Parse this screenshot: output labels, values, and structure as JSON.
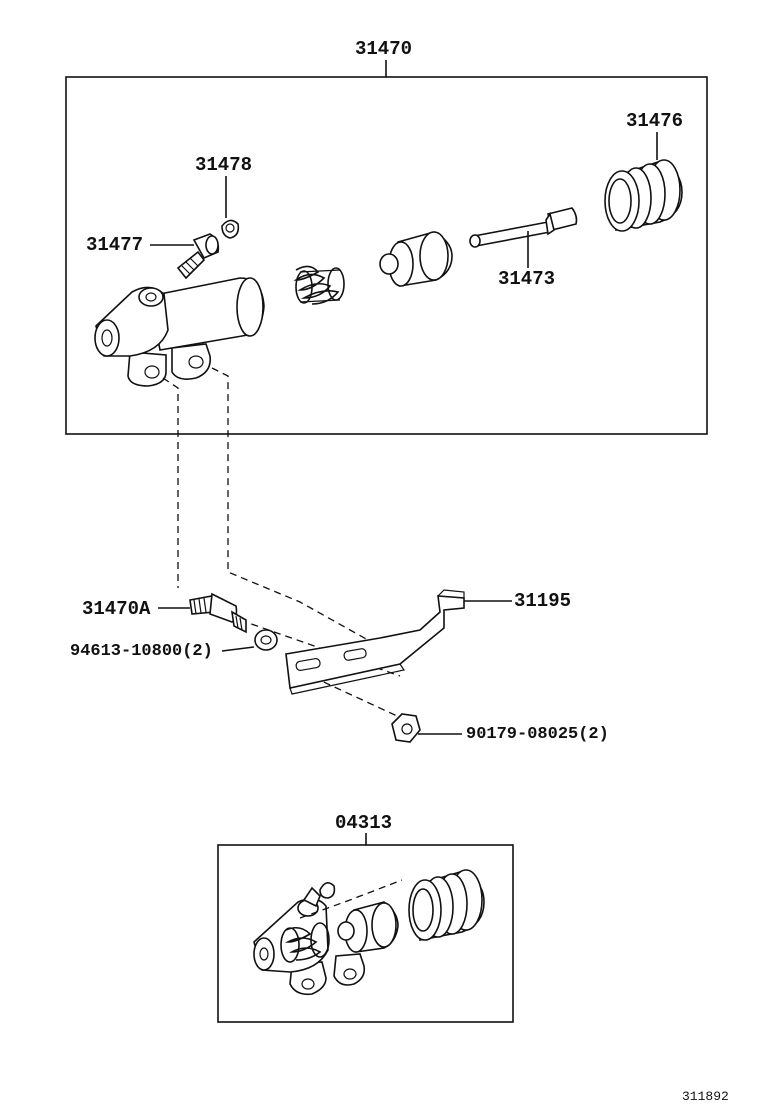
{
  "labels": {
    "assembly": "31470",
    "boot": "31476",
    "bleeder_cap": "31478",
    "bleeder_plug": "31477",
    "push_rod": "31473",
    "stud": "31470A",
    "bracket": "31195",
    "washer": "94613-10800(2)",
    "nut": "90179-08025(2)",
    "kit": "04313",
    "figure_id": "311892"
  }
}
